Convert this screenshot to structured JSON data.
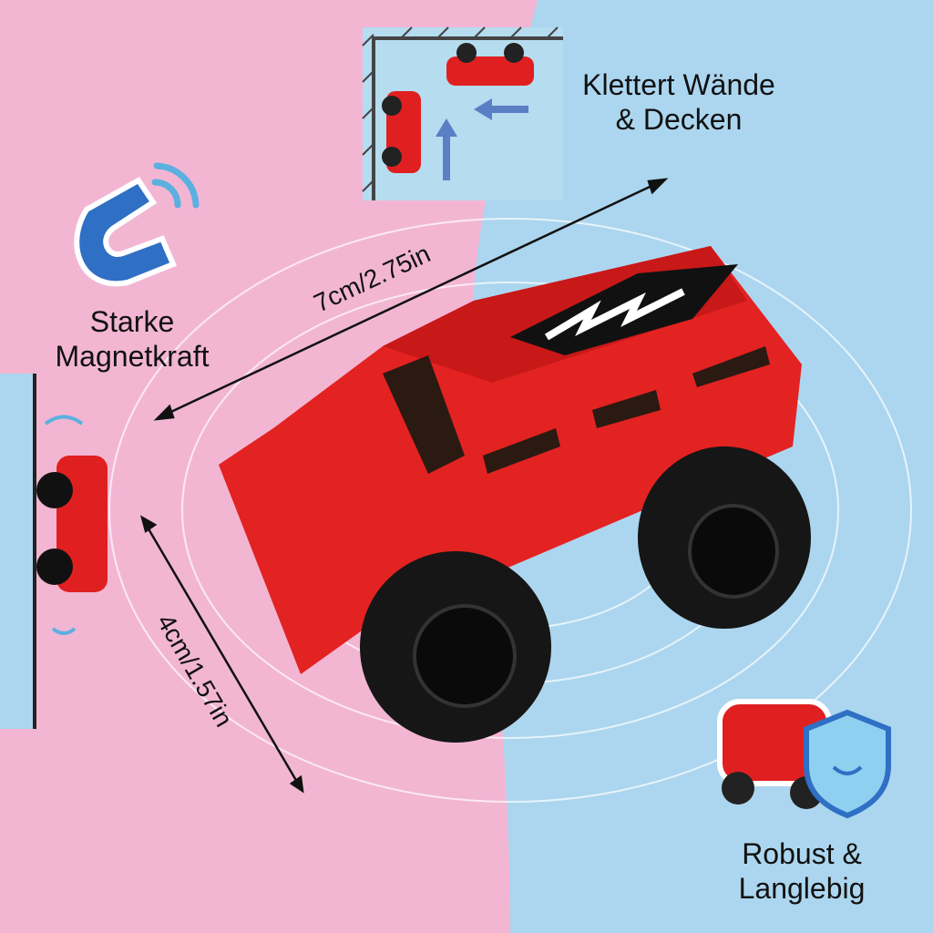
{
  "features": {
    "climb": {
      "line1": "Klettert Wände",
      "line2": "& Decken",
      "icon": "wall-ceiling-climb-icon"
    },
    "magnet": {
      "line1": "Starke",
      "line2": "Magnetkraft",
      "icon": "magnet-icon"
    },
    "robust": {
      "line1": "Robust &",
      "line2": "Langlebig",
      "icon": "car-shield-icon"
    }
  },
  "dimensions": {
    "length": "7cm/2.75in",
    "height": "4cm/1.57in"
  },
  "colors": {
    "pink": "#f2b6d3",
    "blue": "#acd6ef",
    "car_red": "#e02020",
    "tire": "#1a1a1a"
  }
}
